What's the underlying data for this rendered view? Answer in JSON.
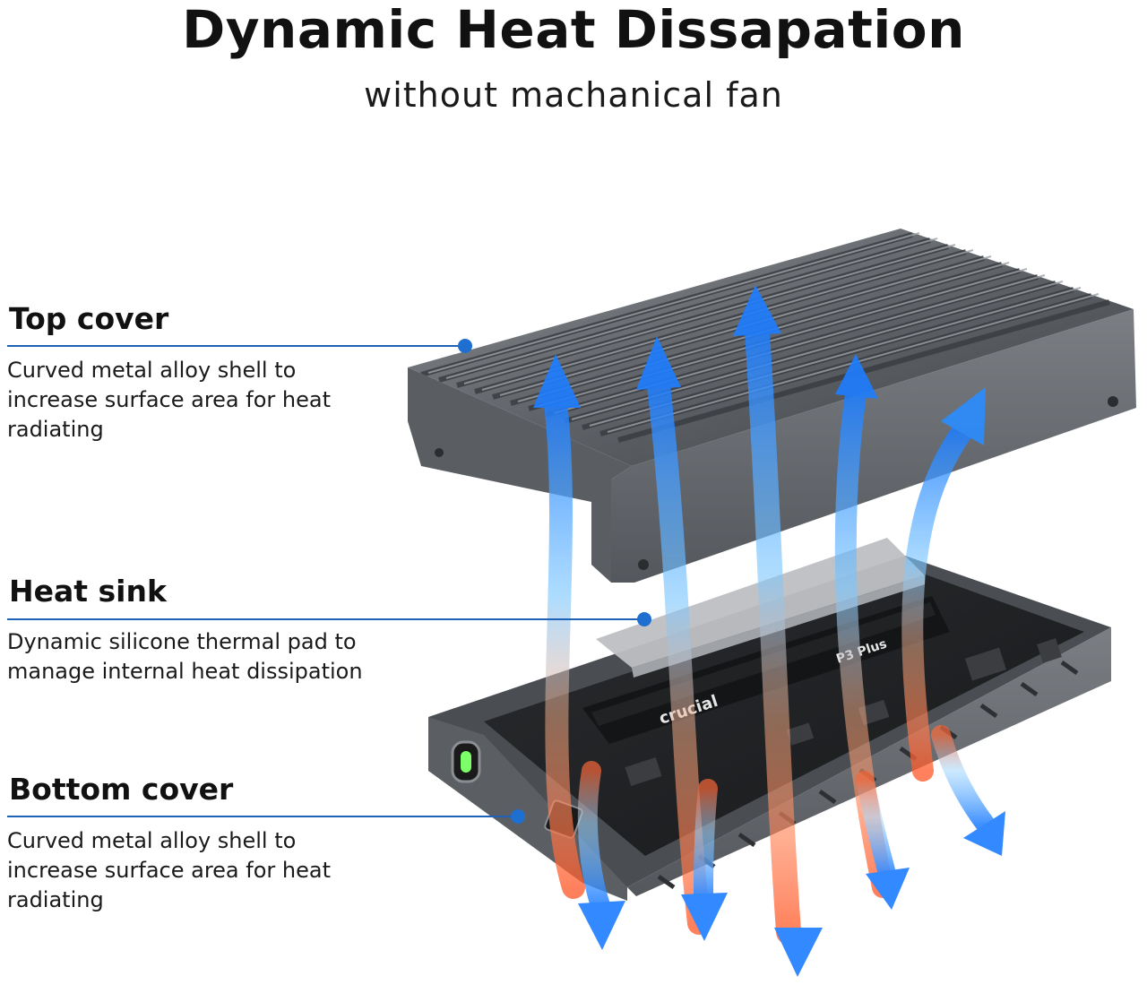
{
  "header": {
    "title": "Dynamic Heat Dissapation",
    "subtitle": "without machanical fan"
  },
  "callouts": [
    {
      "heading": "Top cover",
      "description": "Curved metal alloy shell to increase surface area for heat radiating"
    },
    {
      "heading": "Heat sink",
      "description": "Dynamic silicone thermal pad to manage internal heat dissipation"
    },
    {
      "heading": "Bottom cover",
      "description": "Curved metal alloy shell to increase surface area for heat radiating"
    }
  ],
  "product": {
    "ssd_brand": "crucial",
    "ssd_model": "P3 Plus"
  },
  "colors": {
    "callout_line": "#1f63b8",
    "callout_dot": "#1f6fd1",
    "aluminum": "#6f7378",
    "arrow_cool": "#1e8bff",
    "arrow_warm": "#ff6a3a"
  }
}
